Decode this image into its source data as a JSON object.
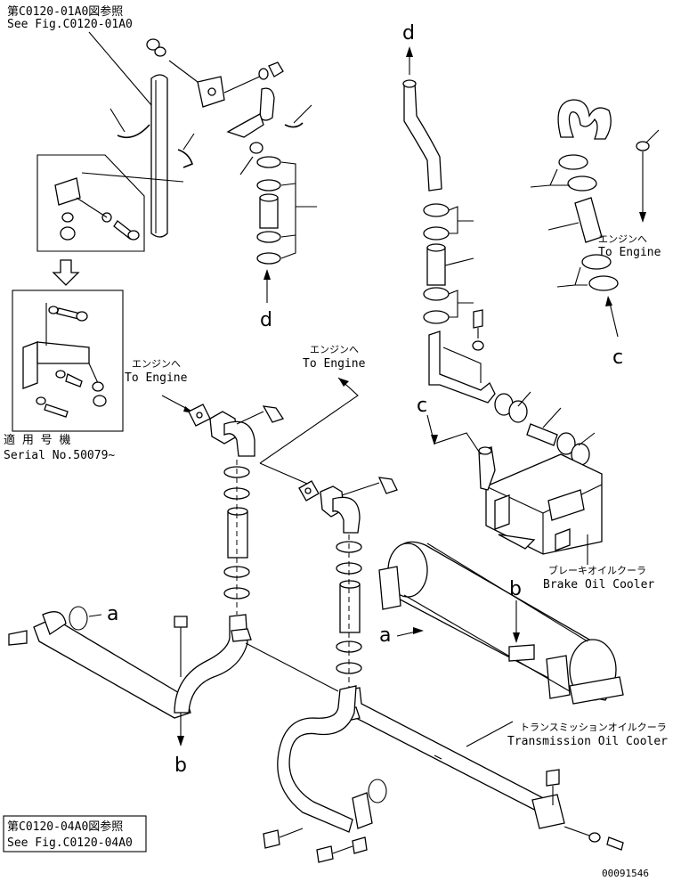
{
  "refs": {
    "top_ref_jp": "第C0120-01A0図参照",
    "top_ref_en": "See Fig.C0120-01A0",
    "bottom_ref_jp": "第C0120-04A0図参照",
    "bottom_ref_en": "See Fig.C0120-04A0"
  },
  "serial": {
    "jp": "適 用 号 機",
    "en": "Serial No.50079~"
  },
  "engine_labels": [
    {
      "jp": "エンジンへ",
      "en": "To Engine"
    },
    {
      "jp": "エンジンへ",
      "en": "To Engine"
    },
    {
      "jp": "エンジンへ",
      "en": "To Engine"
    }
  ],
  "coolers": {
    "brake_jp": "ブレーキオイルクーラ",
    "brake_en": "Brake Oil Cooler",
    "trans_jp": "トランスミッションオイルクーラ",
    "trans_en": "Transmission Oil Cooler"
  },
  "markers": {
    "a1": "a",
    "a2": "a",
    "b1": "b",
    "b2": "b",
    "c1": "c",
    "c2": "c",
    "d1": "d",
    "d2": "d"
  },
  "drawing_number": "00091546"
}
